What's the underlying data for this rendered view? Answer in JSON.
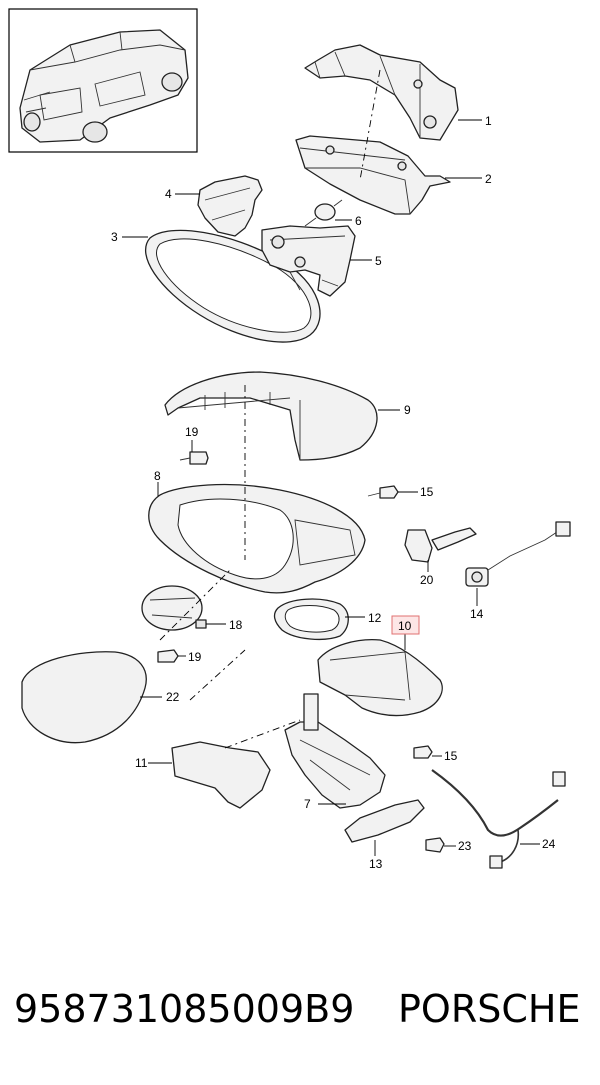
{
  "callouts": [
    {
      "key": "c1",
      "label": "1"
    },
    {
      "key": "c2",
      "label": "2"
    },
    {
      "key": "c3",
      "label": "3"
    },
    {
      "key": "c4",
      "label": "4"
    },
    {
      "key": "c5",
      "label": "5"
    },
    {
      "key": "c6",
      "label": "6"
    },
    {
      "key": "c7",
      "label": "7"
    },
    {
      "key": "c8",
      "label": "8"
    },
    {
      "key": "c9",
      "label": "9"
    },
    {
      "key": "c10",
      "label": "10",
      "highlighted": true
    },
    {
      "key": "c11",
      "label": "11"
    },
    {
      "key": "c12",
      "label": "12"
    },
    {
      "key": "c13",
      "label": "13"
    },
    {
      "key": "c14",
      "label": "14"
    },
    {
      "key": "c15a",
      "label": "15"
    },
    {
      "key": "c15b",
      "label": "15"
    },
    {
      "key": "c18",
      "label": "18"
    },
    {
      "key": "c19a",
      "label": "19"
    },
    {
      "key": "c19b",
      "label": "19"
    },
    {
      "key": "c20",
      "label": "20"
    },
    {
      "key": "c22",
      "label": "22"
    },
    {
      "key": "c23",
      "label": "23"
    },
    {
      "key": "c24",
      "label": "24"
    }
  ],
  "footer": {
    "part_number": "958731085009B9",
    "brand": "PORSCHE"
  },
  "colors": {
    "highlight_fill": "#fde6e6",
    "highlight_border": "#e07070"
  }
}
